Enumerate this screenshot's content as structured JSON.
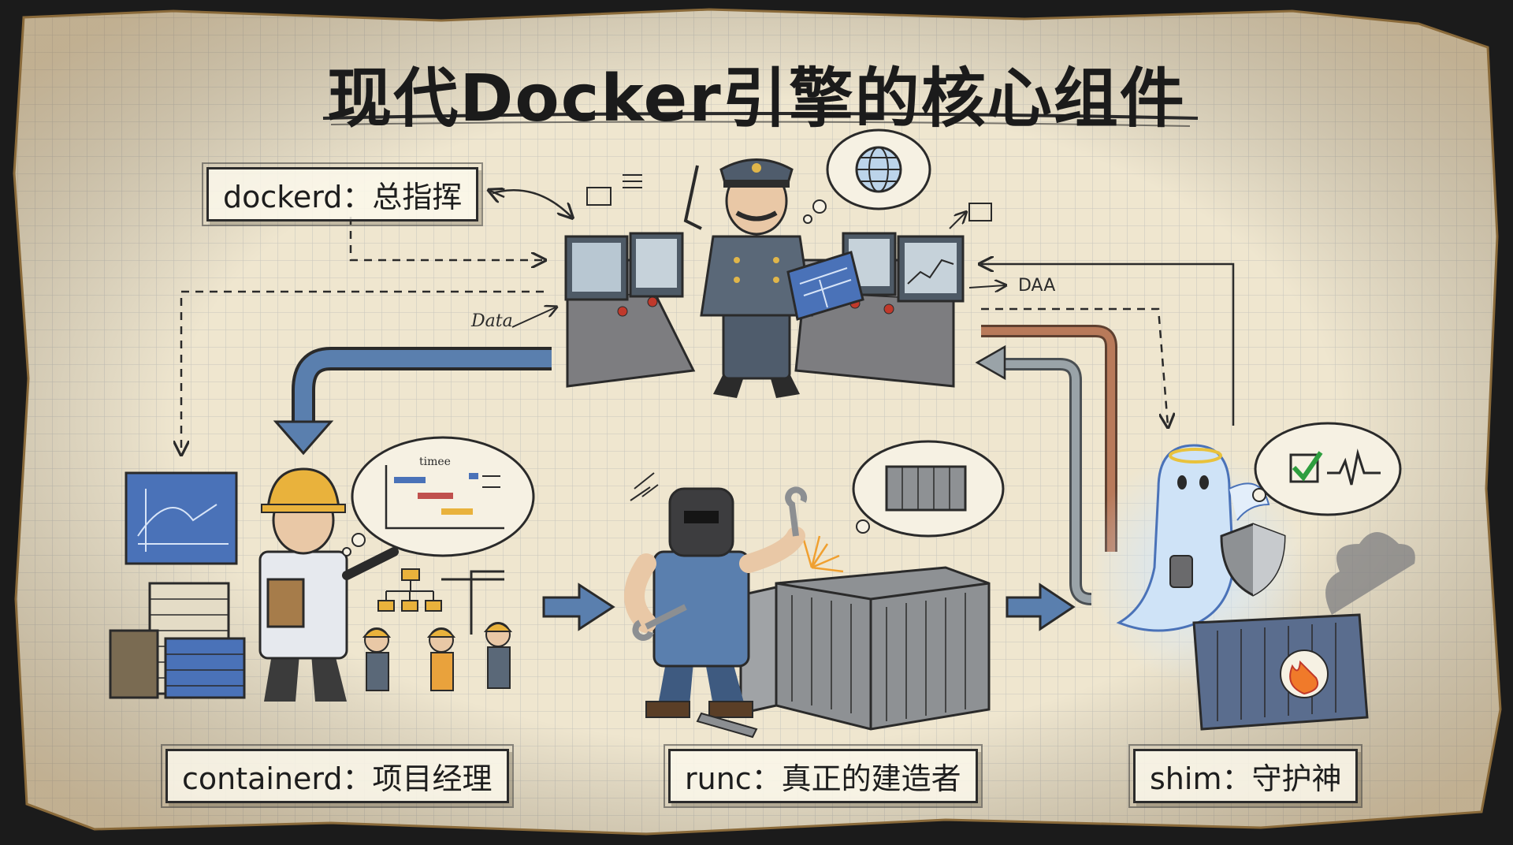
{
  "title": "现代Docker引擎的核心组件",
  "components": {
    "dockerd": {
      "label": "dockerd：总指挥"
    },
    "containerd": {
      "label": "containerd：项目经理"
    },
    "runc": {
      "label": "runc：真正的建造者"
    },
    "shim": {
      "label": "shim：守护神"
    }
  },
  "annotations": {
    "data": "Data",
    "daa": "DAA",
    "timee": "timee"
  },
  "colors": {
    "paper": "#efe6cf",
    "grid": "#c9c7bd",
    "blueprint": "#4a72b8",
    "arrow_blue": "#5a7fae",
    "pipe_copper": "#b87a5a",
    "pipe_grey": "#9aa3a8",
    "check_green": "#2e9e3f",
    "flame_orange": "#f07a2a",
    "hardhat_yellow": "#e9b23c"
  },
  "icons": [
    "conductor-baton-icon",
    "globe-icon",
    "hardhat-icon",
    "welding-mask-icon",
    "wrench-icon",
    "shipping-container-icon",
    "ghost-angel-icon",
    "shield-icon",
    "checkmark-icon",
    "heartbeat-icon",
    "flame-icon"
  ]
}
